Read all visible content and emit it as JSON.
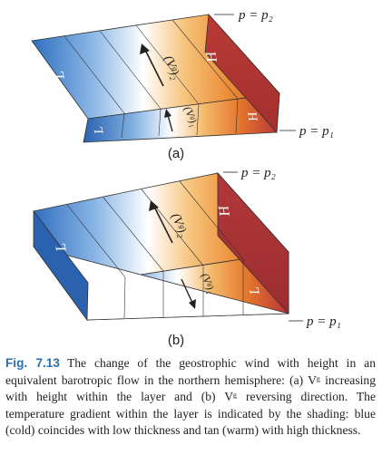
{
  "panel_a": {
    "panel_label": "(a)",
    "top_label": "p = p₂",
    "bottom_label": "p = p₁",
    "wind_top": "(Vᵍ)₂",
    "wind_bottom": "(Vᵍ)₁",
    "low_label": "L",
    "high_label": "H",
    "low_label_side": "L",
    "high_label_side": "H"
  },
  "panel_b": {
    "panel_label": "(b)",
    "top_label": "p = p₂",
    "bottom_label": "p = p₁",
    "wind_top": "(Vᵍ)₂",
    "wind_bottom": "(Vᵍ)₁",
    "low_label": "L",
    "high_label": "H",
    "high_label_side": "H",
    "low_label_side": "L"
  },
  "colors": {
    "cold": "#2f6fc0",
    "cold_mid": "#8db8e6",
    "neutral": "#ffffff",
    "warm_mid": "#f2a24a",
    "warm": "#b8333a",
    "caption_label": "#2a6fb0"
  },
  "caption": {
    "label": "Fig. 7.13",
    "text": "The change of the geostrophic wind with height in an equivalent barotropic flow in the northern hemisphere: (a) Vᵍ increasing with height within the layer and (b) Vᵍ reversing direction. The temperature gradient within the layer is indicated by the shading: blue (cold) coincides with low thickness and tan (warm) with high thickness."
  }
}
